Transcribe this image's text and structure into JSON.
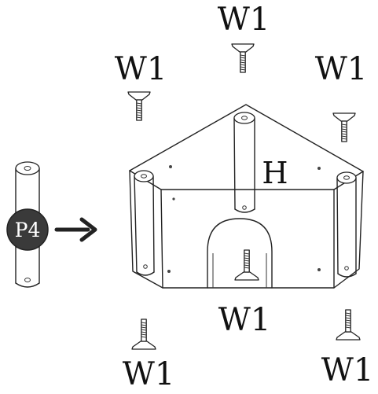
{
  "labels": {
    "top_center": "W1",
    "top_left": "W1",
    "top_right": "W1",
    "part_label": "H",
    "bottom_center": "W1",
    "bottom_left": "W1",
    "bottom_right": "W1",
    "badge": "P4"
  },
  "colors": {
    "line": "#222222",
    "badge_fill": "#3a3a3a",
    "badge_text": "#ffffff",
    "arrow": "#222222"
  },
  "icons": {
    "arrow": "right-arrow",
    "screw": "flat-head-screw"
  }
}
